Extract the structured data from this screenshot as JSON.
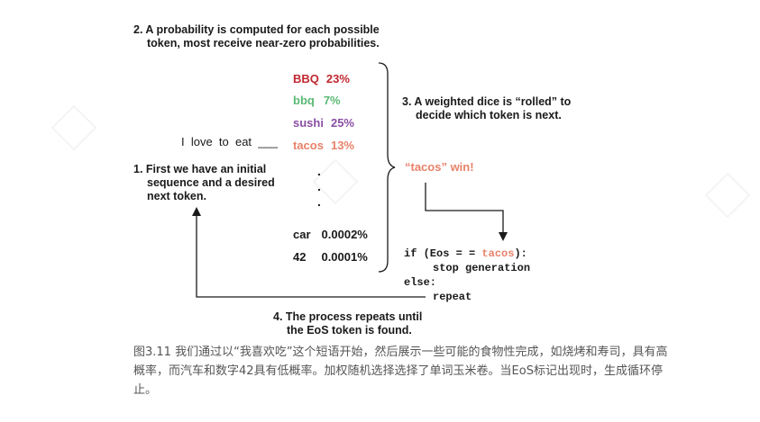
{
  "step2": {
    "line1": "2. A probability is computed for each possible",
    "line2": "token, most receive near-zero probabilities."
  },
  "step1": {
    "line1": "1. First we have an initial",
    "line2": "sequence and a desired",
    "line3": "next token."
  },
  "step3": {
    "line1": "3. A weighted dice is “rolled” to",
    "line2": "decide which token is next."
  },
  "step4": {
    "line1": "4. The process repeats until",
    "line2": "the EoS token is found."
  },
  "prompt_text": "I  love  to  eat  ___",
  "tokens": [
    {
      "word": "BBQ",
      "prob": "23%",
      "color": "#c0282f"
    },
    {
      "word": "bbq",
      "prob": "7%",
      "color": "#5bb974"
    },
    {
      "word": "sushi",
      "prob": "25%",
      "color": "#8a4fa3"
    },
    {
      "word": "tacos",
      "prob": "13%",
      "color": "#e8826a"
    }
  ],
  "ellipsis_dots": [
    ".",
    ".",
    "."
  ],
  "low_tokens": [
    {
      "word": "car",
      "prob": "0.0002%"
    },
    {
      "word": "42",
      "prob": "0.0001%"
    }
  ],
  "winner_text": "“tacos” win!",
  "winner_color": "#e8826a",
  "code": {
    "line1_pre": "if (Eos = = ",
    "line1_token": "tacos",
    "line1_post": "):",
    "line2": "stop generation",
    "line3": "else:",
    "line4": "repeat"
  },
  "caption": "图3.11 我们通过以“我喜欢吃”这个短语开始，然后展示一些可能的食物性完成，如烧烤和寿司，具有高概率，而汽车和数字42具有低概率。加权随机选择选择了单词玉米卷。当EoS标记出现时，生成循环停止。"
}
